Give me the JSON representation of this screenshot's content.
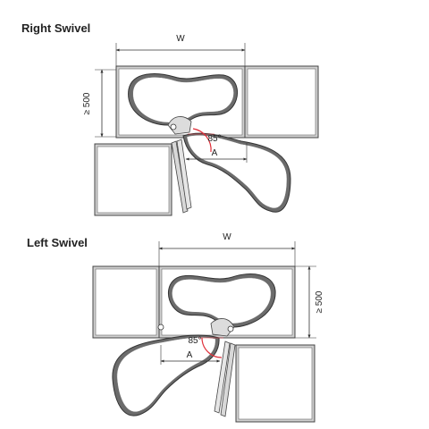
{
  "diagrams": [
    {
      "title": "Right Swivel",
      "width_label": "W",
      "depth_label": "≥ 500",
      "angle_label": "85°",
      "a_label": "A"
    },
    {
      "title": "Left Swivel",
      "width_label": "W",
      "depth_label": "≥ 500",
      "angle_label": "85°",
      "a_label": "A"
    }
  ],
  "colors": {
    "cabinet_fill": "#c8c8c8",
    "cabinet_stroke": "#444444",
    "tray_fill": "#6b6b6b",
    "angle_arc": "#e0303a",
    "dimension_line": "#333333"
  }
}
